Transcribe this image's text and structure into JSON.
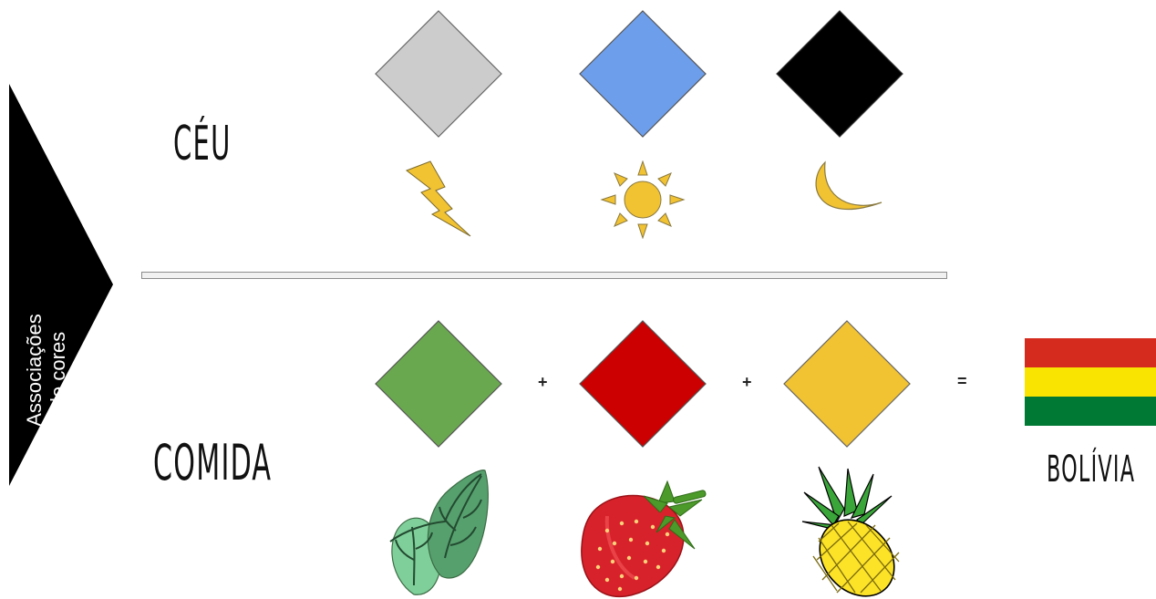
{
  "side_banner": {
    "line1": "Associações",
    "line2": "de cores"
  },
  "rows": {
    "sky": {
      "label": "CÉU",
      "colors": [
        "#cccccc",
        "#6d9eeb",
        "#000000"
      ],
      "icons": [
        "lightning-icon",
        "sun-icon",
        "moon-icon"
      ]
    },
    "food": {
      "label": "COMIDA",
      "colors": [
        "#6aa84f",
        "#cc0000",
        "#f1c232"
      ],
      "icons": [
        "leaves-icon",
        "strawberry-icon",
        "pineapple-icon"
      ]
    }
  },
  "operators": {
    "plus": "+",
    "equals": "="
  },
  "result": {
    "label": "BOLÍVIA",
    "flag_colors": [
      "#d52b1e",
      "#f9e300",
      "#007934"
    ]
  }
}
